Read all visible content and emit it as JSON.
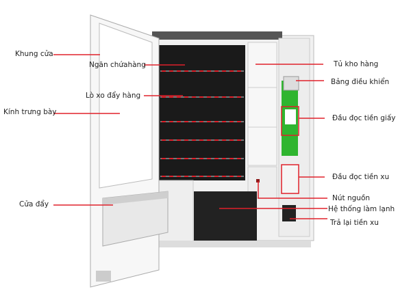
{
  "labels": {
    "door_frame": "Khung cửa",
    "product_compartment": "Ngăn chứahàng",
    "push_spring": "Lò xo đẩy hàng",
    "display_glass": "Kính trưng bày",
    "push_door": "Cửa đẩy",
    "storage_cabinet": "Tủ kho hàng",
    "control_panel": "Bảng điều khiển",
    "bill_acceptor": "Đầu đọc tiền giấy",
    "coin_acceptor": "Đầu đọc tiền xu",
    "power_button": "Nút nguồn",
    "cooling_system": "Hệ thống làm lạnh",
    "coin_return": "Trả lại tiền xu"
  },
  "colors": {
    "callout": "#e0202a",
    "interior": "#1a1a1a",
    "board": "#2fb52f"
  }
}
